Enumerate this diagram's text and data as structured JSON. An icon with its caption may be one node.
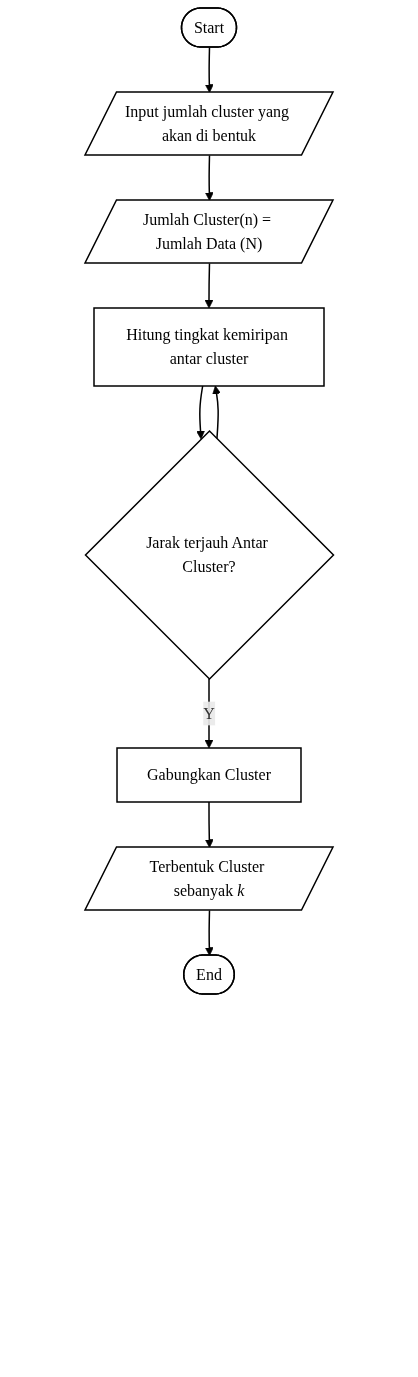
{
  "diagram": {
    "nodes": [
      {
        "text": [
          "Start"
        ]
      },
      {
        "text": [
          "Input jumlah cluster yang akan di bentuk"
        ]
      },
      {
        "text": [
          "Jumlah Cluster(n) = Jumlah Data (N)"
        ]
      },
      {
        "text": [
          "Hitung tingkat kemiripan antar cluster"
        ]
      },
      {
        "text": [
          "Jarak terjauh Antar Cluster?"
        ]
      },
      {
        "text": [
          "Gabungkan Cluster"
        ]
      },
      {
        "text": [
          "Terbentuk Cluster sebanyak *k*"
        ]
      },
      {
        "text": [
          "End"
        ]
      }
    ],
    "edges": [
      {
        "from": 0,
        "to": 1,
        "arrow": "to"
      },
      {
        "from": 1,
        "to": 2,
        "arrow": "to"
      },
      {
        "from": 2,
        "to": 3,
        "arrow": "to"
      },
      {
        "from": 3,
        "to": 4,
        "arrow": "to"
      },
      {
        "from": 4,
        "to": 3,
        "arrow": "to"
      },
      {
        "from": 4,
        "to": 5,
        "label": "Y",
        "arrow": "to"
      },
      {
        "from": 5,
        "to": 6,
        "arrow": "to"
      },
      {
        "from": 6,
        "to": 7,
        "arrow": "to"
      }
    ]
  }
}
